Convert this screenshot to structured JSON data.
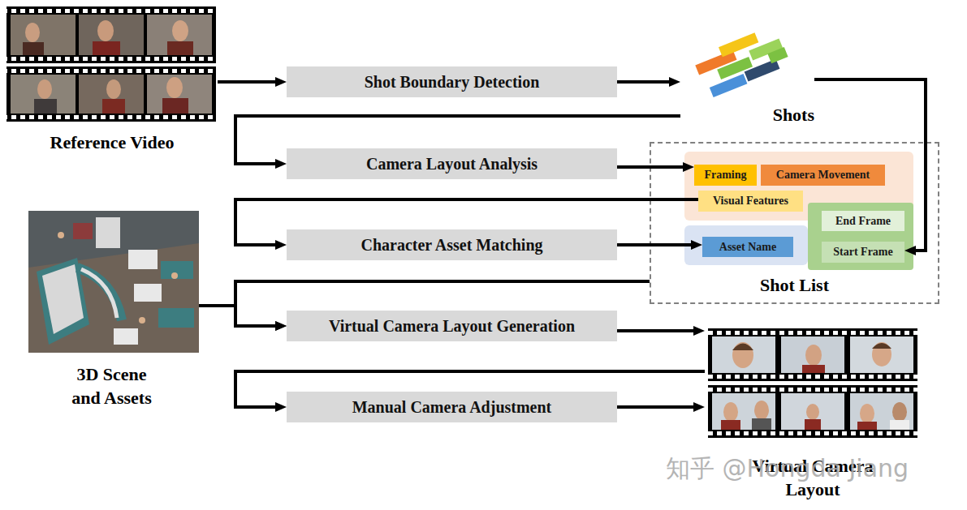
{
  "diagram": {
    "nodes": [
      {
        "text": [
          "Reference Video"
        ]
      },
      {
        "text": [
          "Shot Boundary Detection"
        ]
      },
      {
        "text": [
          "Shots"
        ]
      },
      {
        "text": [
          "Camera Layout Analysis"
        ]
      },
      {
        "text": [
          "Shot List"
        ]
      },
      {
        "text": [
          "Framing"
        ],
        "in": 4
      },
      {
        "text": [
          "Camera Movement"
        ],
        "in": 4
      },
      {
        "text": [
          "Visual Features"
        ],
        "in": 4
      },
      {
        "text": [
          "End Frame"
        ],
        "in": 4
      },
      {
        "text": [
          "Start Frame"
        ],
        "in": 4
      },
      {
        "text": [
          "Asset Name"
        ],
        "in": 4
      },
      {
        "text": [
          "Character Asset Matching"
        ]
      },
      {
        "text": [
          "3D Scene and Assets"
        ]
      },
      {
        "text": [
          "Virtual Camera Layout Generation"
        ]
      },
      {
        "text": [
          "Manual Camera Adjustment"
        ]
      },
      {
        "text": [
          "Virtual Camera Layout"
        ]
      }
    ],
    "edges": [
      {
        "from": 0,
        "to": 1,
        "arrow": "to"
      },
      {
        "from": 1,
        "to": 2,
        "arrow": "to"
      },
      {
        "from": 2,
        "to": 9,
        "arrow": "to"
      },
      {
        "from": 2,
        "to": 3,
        "arrow": "to"
      },
      {
        "from": 3,
        "to": 5,
        "arrow": "to"
      },
      {
        "from": 7,
        "to": 11,
        "arrow": "to"
      },
      {
        "from": 11,
        "to": 10,
        "arrow": "to"
      },
      {
        "from": 4,
        "to": 13,
        "arrow": "to"
      },
      {
        "from": 12,
        "to": 13,
        "arrow": "to"
      },
      {
        "from": 13,
        "to": 15,
        "arrow": "to"
      },
      {
        "from": 15,
        "to": 14,
        "arrow": "to"
      },
      {
        "from": 14,
        "to": 15,
        "arrow": "to"
      }
    ],
    "labels": [
      "知乎 @Hongda Jiang"
    ]
  }
}
